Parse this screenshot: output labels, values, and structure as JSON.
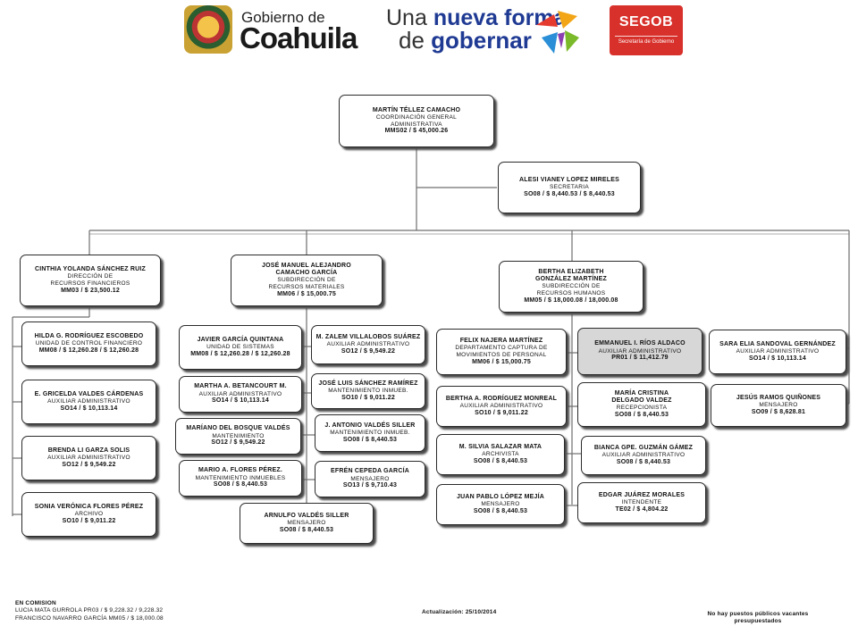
{
  "header": {
    "coahuila_small": "Gobierno de",
    "coahuila_big": "Coahuila",
    "slogan_1a": "Una ",
    "slogan_1b": "nueva forma",
    "slogan_2a": "de ",
    "slogan_2b": "gobernar",
    "segob": "SEGOB",
    "segob_sub": "Secretaría de Gobierno"
  },
  "chart": {
    "top": {
      "name": "MARTÍN TÉLLEZ CAMACHO",
      "role": [
        "COORDINACIÓN GENERAL",
        "ADMINISTRATIVA"
      ],
      "salary": "MMS02 / $ 45,000.26"
    },
    "secretary": {
      "name": "ALESI VIANEY LOPEZ MIRELES",
      "role": [
        "SECRETARIA"
      ],
      "salary": "SO08 / $ 8,440.53 / $ 8,440.53"
    },
    "units": [
      {
        "name": "CINTHIA YOLANDA SÁNCHEZ RUIZ",
        "role": [
          "DIRECCIÓN DE",
          "RECURSOS FINANCIEROS"
        ],
        "salary": "MM03 / $ 23,500.12"
      },
      {
        "name": "JOSÉ MANUEL ALEJANDRO CAMACHO GARCÍA",
        "name_lines": [
          "JOSÉ MANUEL ALEJANDRO",
          "CAMACHO GARCÍA"
        ],
        "role": [
          "SUBDIRECCIÓN DE",
          "RECURSOS MATERIALES"
        ],
        "salary": "MM06 / $ 15,000.75"
      },
      {
        "name": "BERTHA ELIZABETH GONZÁLEZ MARTÍNEZ",
        "name_lines": [
          "BERTHA ELIZABETH",
          "GONZÁLEZ MARTÍNEZ"
        ],
        "role": [
          "SUBDIRECCIÓN DE",
          "RECURSOS HUMANOS"
        ],
        "salary": "MM05 / $ 18,000.08 / 18,000.08"
      }
    ],
    "financieros": [
      {
        "name": "HILDA G. RODRÍGUEZ ESCOBEDO",
        "role": [
          "UNIDAD DE CONTROL FINANCIERO"
        ],
        "salary": "MM08 / $ 12,260.28 / $ 12,260.28"
      },
      {
        "name": "E. GRICELDA VALDES CÁRDENAS",
        "role": [
          "AUXILIAR ADMINISTRATIVO"
        ],
        "salary": "SO14 / $ 10,113.14"
      },
      {
        "name": "BRENDA LI GARZA SOLIS",
        "role": [
          "AUXILIAR ADMINISTRATIVO"
        ],
        "salary": "SO12 / $ 9,549.22"
      },
      {
        "name": "SONIA VERÓNICA FLORES PÉREZ",
        "role": [
          "ARCHIVO"
        ],
        "salary": "SO10 / $ 9,011.22"
      }
    ],
    "materiales_left": [
      {
        "name": "JAVIER GARCÍA QUINTANA",
        "role": [
          "UNIDAD DE SISTEMAS"
        ],
        "salary": "MM08 / $ 12,260.28 / $ 12,260.28"
      },
      {
        "name": "MARTHA A. BETANCOURT M.",
        "role": [
          "AUXILIAR ADMINISTRATIVO"
        ],
        "salary": "SO14 / $ 10,113.14"
      },
      {
        "name": "MARÍANO DEL BOSQUE VALDÉS",
        "role": [
          "MANTENIMIENTO"
        ],
        "salary": "SO12 / $ 9,549.22"
      },
      {
        "name": "MARIO A. FLORES PÉREZ.",
        "role": [
          "MANTENIMIENTO INMUEBLES"
        ],
        "salary": "SO08 / $ 8,440.53"
      }
    ],
    "materiales_right": [
      {
        "name": "M. ZALEM VILLALOBOS SUÁREZ",
        "role": [
          "AUXILIAR ADMINISTRATIVO"
        ],
        "salary": "SO12 / $ 9,549.22"
      },
      {
        "name": "JOSÉ LUIS SÁNCHEZ RAMÍREZ",
        "role": [
          "MANTENIMIENTO INMUEB."
        ],
        "salary": "SO10 / $ 9,011.22"
      },
      {
        "name": "J. ANTONIO VALDÉS SILLER",
        "role": [
          "MANTENIMIENTO INMUEB."
        ],
        "salary": "SO08 / $ 8,440.53"
      },
      {
        "name": "EFRÉN CEPEDA GARCÍA",
        "role": [
          "MENSAJERO"
        ],
        "salary": "SO13 / $ 9,710.43"
      }
    ],
    "materiales_bottom": {
      "name": "ARNULFO VALDÉS SILLER",
      "role": [
        "MENSAJERO"
      ],
      "salary": "SO08 / $ 8,440.53"
    },
    "humanos_left": [
      {
        "name": "FELIX NAJERA MARTÍNEZ",
        "role": [
          "DEPARTAMENTO CAPTURA DE",
          "MOVIMIENTOS DE PERSONAL"
        ],
        "salary": "MM06 / $ 15,000.75"
      },
      {
        "name": "BERTHA A. RODRÍGUEZ MONREAL",
        "role": [
          "AUXILIAR ADMINISTRATIVO"
        ],
        "salary": "SO10 / $ 9,011.22"
      },
      {
        "name": "M. SILVIA SALAZAR MATA",
        "role": [
          "ARCHIVISTA"
        ],
        "salary": "SO08 / $ 8,440.53"
      },
      {
        "name": "JUAN PABLO LÓPEZ MEJÍA",
        "role": [
          "MENSAJERO"
        ],
        "salary": "SO08 / $ 8,440.53"
      }
    ],
    "humanos_right": [
      {
        "name": "EMMANUEL I. RÍOS ALDACO",
        "role": [
          "AUXILIAR ADMINISTRATIVO"
        ],
        "salary": "PR01 / $ 11,412.79"
      },
      {
        "name": "MARÍA CRISTINA DELGADO VALDEZ",
        "name_lines": [
          "MARÍA CRISTINA",
          "DELGADO VALDEZ"
        ],
        "role": [
          "RECEPCIONISTA"
        ],
        "salary": "SO08 / $ 8,440.53"
      },
      {
        "name": "BIANCA GPE. GUZMÁN GÁMEZ",
        "role": [
          "AUXILIAR ADMINISTRATIVO"
        ],
        "salary": "SO08 / $ 8,440.53"
      },
      {
        "name": "EDGAR JUÁREZ MORALES",
        "role": [
          "INTENDENTE"
        ],
        "salary": "TE02 / $ 4,804.22"
      }
    ],
    "direct": [
      {
        "name": "SARA ELIA SANDOVAL GERNÁNDEZ",
        "role": [
          "AUXILIAR ADMINISTRATIVO"
        ],
        "salary": "SO14 / $ 10,113.14"
      },
      {
        "name": "JESÚS RAMOS QUIÑONES",
        "role": [
          "MENSAJERO"
        ],
        "salary": "SO09 / $ 8,628.81"
      }
    ]
  },
  "footer": {
    "commission_title": "EN COMISION",
    "commission_1": "LUCIA MATA GURROLA   PR03 / $ 9,228.32  / 9,228.32",
    "commission_2": "FRANCISCO NAVARRO GARCÍA   MM05 / $ 18,000.08",
    "updated": "Actualización:  25/10/2014",
    "vacancies": "No hay puestos públicos vacantes presupuestados"
  }
}
